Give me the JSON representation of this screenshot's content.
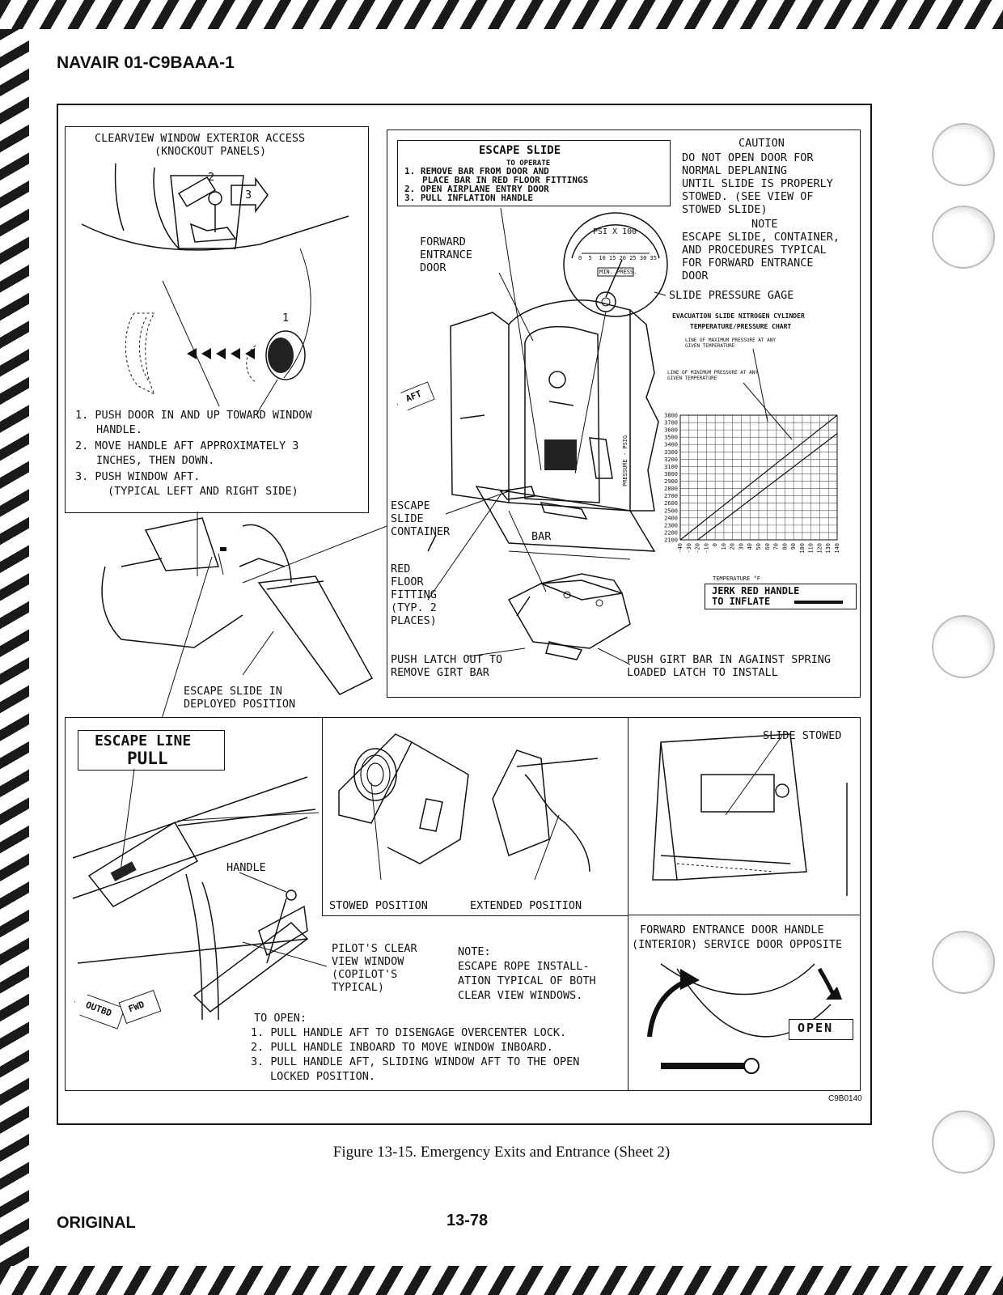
{
  "header": {
    "doc_id": "NAVAIR 01-C9BAAA-1"
  },
  "clearview": {
    "title_1": "CLEARVIEW WINDOW EXTERIOR ACCESS",
    "title_2": "(KNOCKOUT PANELS)",
    "callout_1": "1",
    "callout_2": "2",
    "callout_3": "3",
    "step_1a": "1. PUSH DOOR IN AND UP TOWARD WINDOW",
    "step_1b": "HANDLE.",
    "step_2a": "2. MOVE HANDLE AFT APPROXIMATELY 3",
    "step_2b": "INCHES, THEN DOWN.",
    "step_3a": "3. PUSH WINDOW AFT.",
    "step_3b": "(TYPICAL LEFT AND RIGHT SIDE)"
  },
  "escape_placard": {
    "title": "ESCAPE SLIDE",
    "subtitle": "TO OPERATE",
    "line_1": "1. REMOVE BAR FROM DOOR AND",
    "line_2": "PLACE BAR IN RED FLOOR FITTINGS",
    "line_3": "2. OPEN AIRPLANE ENTRY DOOR",
    "line_4": "3. PULL INFLATION HANDLE"
  },
  "caution": {
    "heading": "CAUTION",
    "line_1": "DO NOT OPEN DOOR FOR",
    "line_2": "NORMAL DEPLANING",
    "line_3": "UNTIL SLIDE IS PROPERLY",
    "line_4": "STOWED. (SEE VIEW OF",
    "line_5": "STOWED SLIDE)"
  },
  "note_top": {
    "heading": "NOTE",
    "line_1": "ESCAPE SLIDE, CONTAINER,",
    "line_2": "AND PROCEDURES TYPICAL",
    "line_3": "FOR FORWARD ENTRANCE",
    "line_4": "DOOR"
  },
  "gage": {
    "scale_label": "PSI X 100",
    "ticks": "0  5  10 15 20 25 30 35",
    "min_label": "MIN. PRESS.",
    "callout": "SLIDE PRESSURE GAGE"
  },
  "labels": {
    "forward_door_1": "FORWARD",
    "forward_door_2": "ENTRANCE",
    "forward_door_3": "DOOR",
    "aft_arrow": "AFT",
    "escape_container_1": "ESCAPE",
    "escape_container_2": "SLIDE",
    "escape_container_3": "CONTAINER",
    "bar": "BAR",
    "red_floor_1": "RED",
    "red_floor_2": "FLOOR",
    "red_floor_3": "FITTING",
    "red_floor_4": "(TYP. 2",
    "red_floor_5": "PLACES)",
    "push_latch_1": "PUSH LATCH OUT TO",
    "push_latch_2": "REMOVE GIRT BAR",
    "push_girt_1": "PUSH GIRT BAR IN AGAINST SPRING",
    "push_girt_2": "LOADED LATCH TO INSTALL",
    "deployed_1": "ESCAPE SLIDE IN",
    "deployed_2": "DEPLOYED POSITION",
    "jerk_1": "JERK RED HANDLE",
    "jerk_2": "TO INFLATE"
  },
  "chart_data": {
    "type": "line",
    "title": "EVACUATION SLIDE NITROGEN CYLINDER",
    "subtitle": "TEMPERATURE/PRESSURE CHART",
    "xlabel": "TEMPERATURE °F",
    "ylabel": "PRESSURE - PSIG",
    "x_ticks": [
      -40,
      -30,
      -20,
      -10,
      0,
      10,
      20,
      30,
      40,
      50,
      60,
      70,
      80,
      90,
      100,
      110,
      120,
      130,
      140
    ],
    "y_ticks": [
      2100,
      2200,
      2300,
      2400,
      2500,
      2600,
      2700,
      2800,
      2900,
      3000,
      3100,
      3200,
      3300,
      3400,
      3500,
      3600,
      3700,
      3800
    ],
    "xlim": [
      -40,
      140
    ],
    "ylim": [
      2100,
      3800
    ],
    "grid": true,
    "annotations": [
      "LINE OF MAXIMUM PRESSURE AT ANY GIVEN TEMPERATURE",
      "LINE OF MINIMUM PRESSURE AT ANY GIVEN TEMPERATURE"
    ],
    "series": [
      {
        "x": [
          -40,
          140
        ],
        "y": [
          2100,
          3800
        ]
      },
      {
        "x": [
          -20,
          140
        ],
        "y": [
          2100,
          3550
        ]
      }
    ]
  },
  "escape_line": {
    "placard_1": "ESCAPE LINE",
    "placard_2": "PULL",
    "handle": "HANDLE",
    "pilot_1": "PILOT'S CLEAR",
    "pilot_2": "VIEW WINDOW",
    "pilot_3": "(COPILOT'S",
    "pilot_4": "TYPICAL)",
    "note_1": "NOTE:",
    "note_2": "ESCAPE ROPE INSTALL-",
    "note_3": "ATION TYPICAL OF BOTH",
    "note_4": "CLEAR VIEW WINDOWS.",
    "outbd": "OUTBD",
    "fwd": "FWD",
    "open_0": "TO OPEN:",
    "open_1": "1. PULL HANDLE AFT TO DISENGAGE OVERCENTER LOCK.",
    "open_2": "2. PULL HANDLE INBOARD TO MOVE WINDOW INBOARD.",
    "open_3a": "3. PULL HANDLE AFT, SLIDING WINDOW AFT TO THE OPEN",
    "open_3b": "LOCKED POSITION."
  },
  "positions": {
    "stowed": "STOWED POSITION",
    "extended": "EXTENDED POSITION"
  },
  "slide_stowed": {
    "label": "SLIDE STOWED"
  },
  "door_handle": {
    "line_1": "FORWARD ENTRANCE DOOR HANDLE",
    "line_2": "(INTERIOR) SERVICE DOOR OPPOSITE",
    "open": "OPEN"
  },
  "figure": {
    "code": "C9B0140",
    "caption": "Figure 13-15. Emergency Exits and Entrance (Sheet 2)"
  },
  "footer": {
    "left": "ORIGINAL",
    "page": "13-78"
  }
}
